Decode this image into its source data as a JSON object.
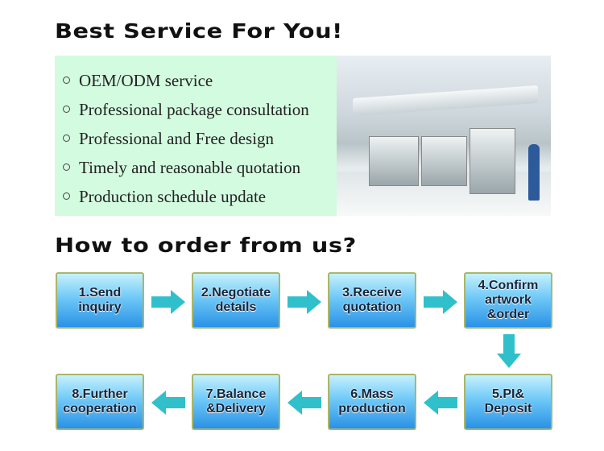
{
  "section1_title": "Best Service For You!",
  "services": [
    "OEM/ODM service",
    "Professional package consultation",
    "Professional and Free design",
    "Timely and reasonable quotation",
    "Production schedule update"
  ],
  "section2_title": "How to order from us?",
  "steps": [
    "1.Send\ninquiry",
    "2.Negotiate\ndetails",
    "3.Receive\nquotation",
    "4.Confirm\nartwork\n&order",
    "5.PI&\nDeposit",
    "6.Mass\nproduction",
    "7.Balance\n&Delivery",
    "8.Further\ncooperation"
  ],
  "colors": {
    "panel": "#d3fbe0",
    "arrow": "#2fc0cc",
    "box_border": "#a9b66a"
  }
}
